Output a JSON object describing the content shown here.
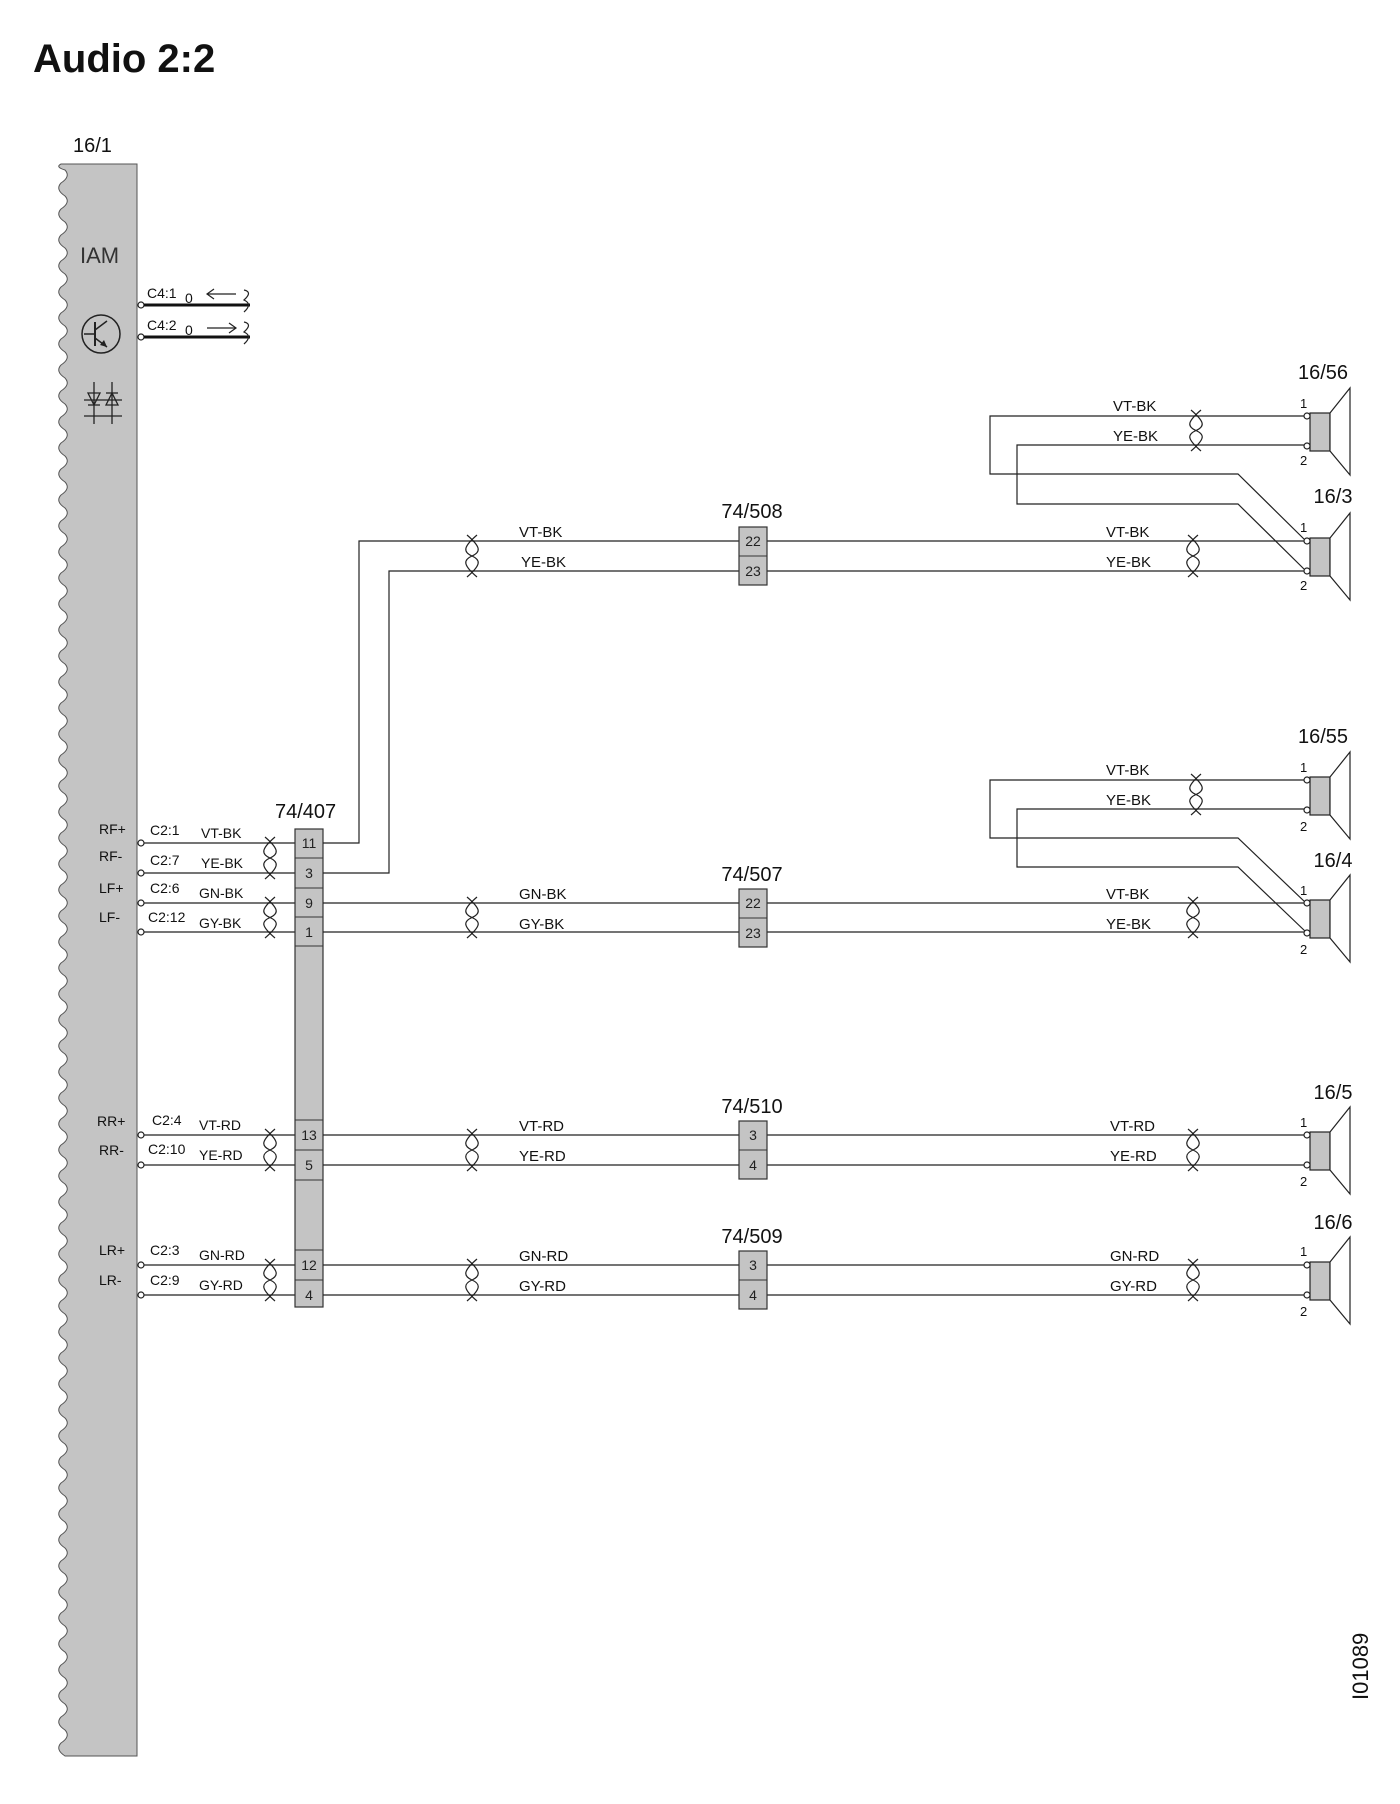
{
  "title": "Audio 2:2",
  "drawing_id": "I01089",
  "module": {
    "ref": "16/1",
    "name": "IAM",
    "icons": [
      "transistor-icon",
      "diode-pair-icon"
    ],
    "signals": [
      {
        "connector": "C4:1",
        "level": "0",
        "direction": "in"
      },
      {
        "connector": "C4:2",
        "level": "0",
        "direction": "out"
      }
    ]
  },
  "inline_connector_407": {
    "ref": "74/407",
    "pins": [
      "11",
      "3",
      "9",
      "1",
      "13",
      "5",
      "12",
      "4"
    ]
  },
  "channels": [
    {
      "name": "RF+",
      "connector": "C2:1",
      "color": "VT-BK",
      "pin": "11"
    },
    {
      "name": "RF-",
      "connector": "C2:7",
      "color": "YE-BK",
      "pin": "3"
    },
    {
      "name": "LF+",
      "connector": "C2:6",
      "color": "GN-BK",
      "pin": "9"
    },
    {
      "name": "LF-",
      "connector": "C2:12",
      "color": "GY-BK",
      "pin": "1"
    },
    {
      "name": "RR+",
      "connector": "C2:4",
      "color": "VT-RD",
      "pin": "13"
    },
    {
      "name": "RR-",
      "connector": "C2:10",
      "color": "YE-RD",
      "pin": "5"
    },
    {
      "name": "LR+",
      "connector": "C2:3",
      "color": "GN-RD",
      "pin": "12"
    },
    {
      "name": "LR-",
      "connector": "C2:9",
      "color": "GY-RD",
      "pin": "4"
    }
  ],
  "inline_connectors": [
    {
      "ref": "74/508",
      "pins": [
        "22",
        "23"
      ],
      "left_colors": [
        "VT-BK",
        "YE-BK"
      ],
      "right_colors": [
        "VT-BK",
        "YE-BK"
      ]
    },
    {
      "ref": "74/507",
      "pins": [
        "22",
        "23"
      ],
      "left_colors": [
        "GN-BK",
        "GY-BK"
      ],
      "right_colors": [
        "VT-BK",
        "YE-BK"
      ]
    },
    {
      "ref": "74/510",
      "pins": [
        "3",
        "4"
      ],
      "left_colors": [
        "VT-RD",
        "YE-RD"
      ],
      "right_colors": [
        "VT-RD",
        "YE-RD"
      ]
    },
    {
      "ref": "74/509",
      "pins": [
        "3",
        "4"
      ],
      "left_colors": [
        "GN-RD",
        "GY-RD"
      ],
      "right_colors": [
        "GN-RD",
        "GY-RD"
      ]
    }
  ],
  "tweeter_links": [
    {
      "colors": [
        "VT-BK",
        "YE-BK"
      ]
    },
    {
      "colors": [
        "VT-BK",
        "YE-BK"
      ]
    }
  ],
  "speakers": [
    {
      "ref": "16/56",
      "pins": [
        "1",
        "2"
      ]
    },
    {
      "ref": "16/3",
      "pins": [
        "1",
        "2"
      ]
    },
    {
      "ref": "16/55",
      "pins": [
        "1",
        "2"
      ]
    },
    {
      "ref": "16/4",
      "pins": [
        "1",
        "2"
      ]
    },
    {
      "ref": "16/5",
      "pins": [
        "1",
        "2"
      ]
    },
    {
      "ref": "16/6",
      "pins": [
        "1",
        "2"
      ]
    }
  ]
}
